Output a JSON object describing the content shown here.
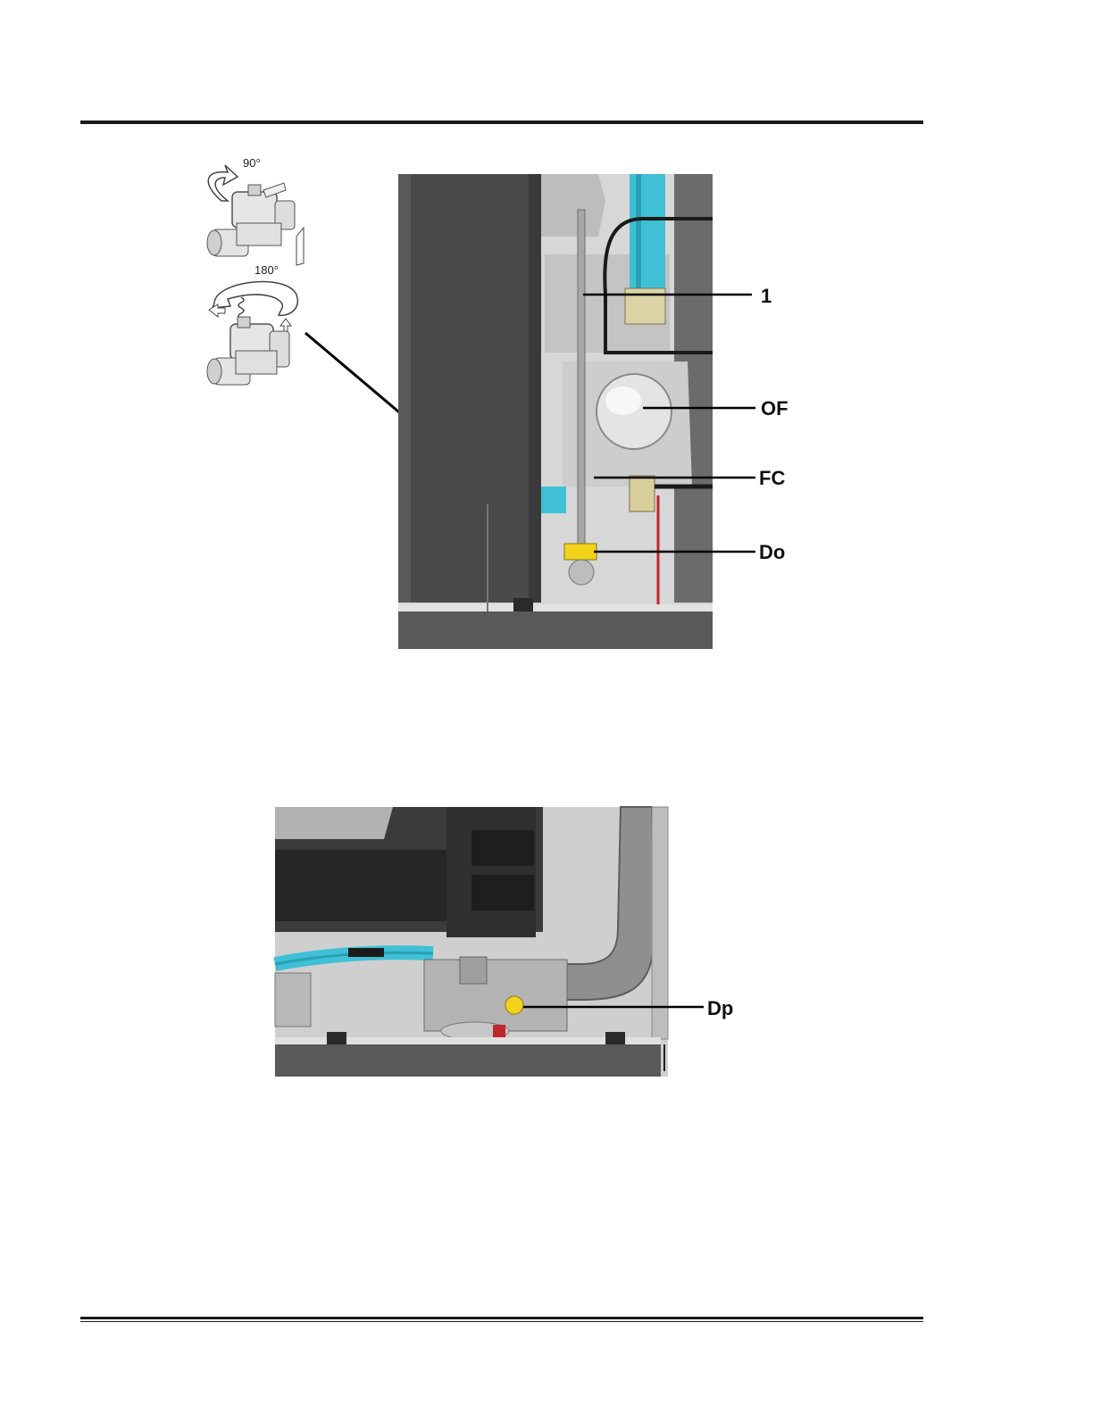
{
  "figure_top": {
    "valve_inset": {
      "angle_top": "90°",
      "angle_bottom": "180°"
    },
    "callouts": [
      "1",
      "OF",
      "FC",
      "Do"
    ]
  },
  "figure_bottom": {
    "callouts": [
      "Dp"
    ]
  },
  "colors": {
    "rule": "#1a1a1a",
    "hose_blue": "#3fc0d6",
    "drain_yellow": "#f2d21a",
    "panel_dark": "#4a4a4a",
    "red_line": "#c0262c"
  }
}
